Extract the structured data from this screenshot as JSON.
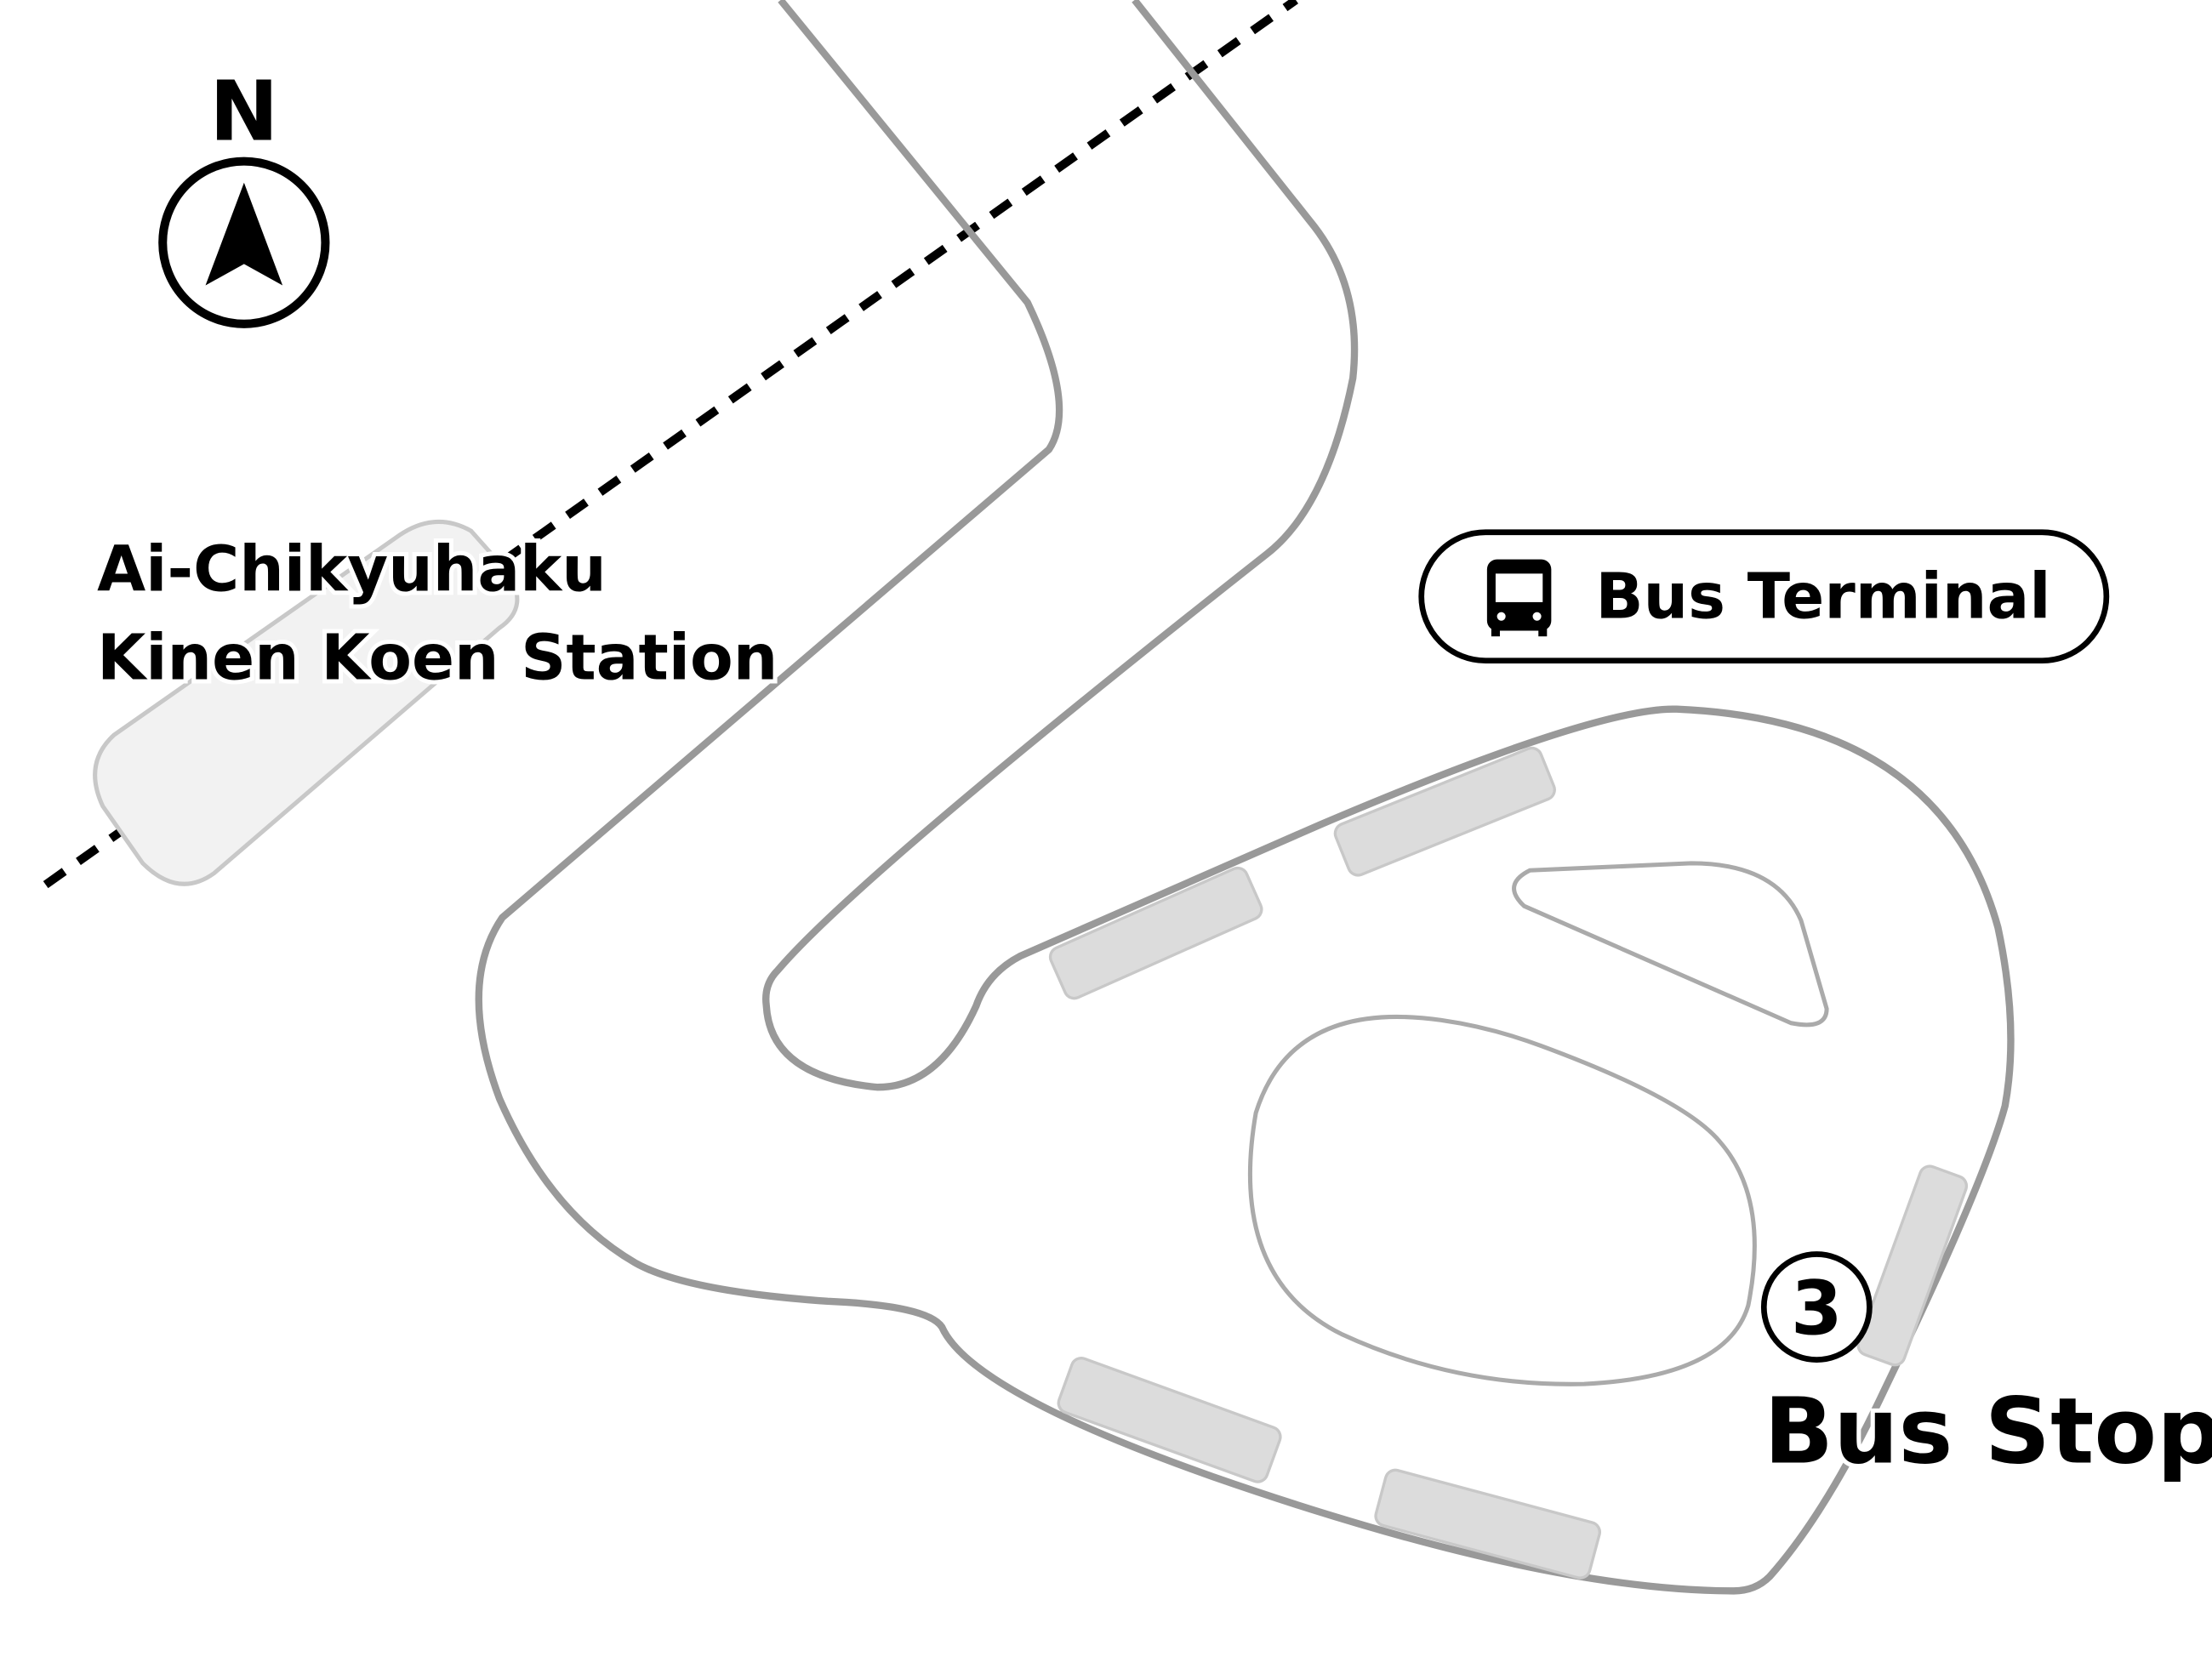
{
  "compass": {
    "label": "N",
    "icon": "north-arrow-icon"
  },
  "station": {
    "line1": "Ai-Chikyuhaku",
    "line2": "Kinen Koen Station"
  },
  "bus_terminal": {
    "label": "Bus Terminal",
    "icon": "bus-icon"
  },
  "bus_stop": {
    "number": "3",
    "label": "Bus Stop"
  },
  "colors": {
    "road": "#999999",
    "island": "#aaaaaa",
    "shelter": "#dcdcdc",
    "platform": "#f2f2f2",
    "text": "#000000"
  }
}
